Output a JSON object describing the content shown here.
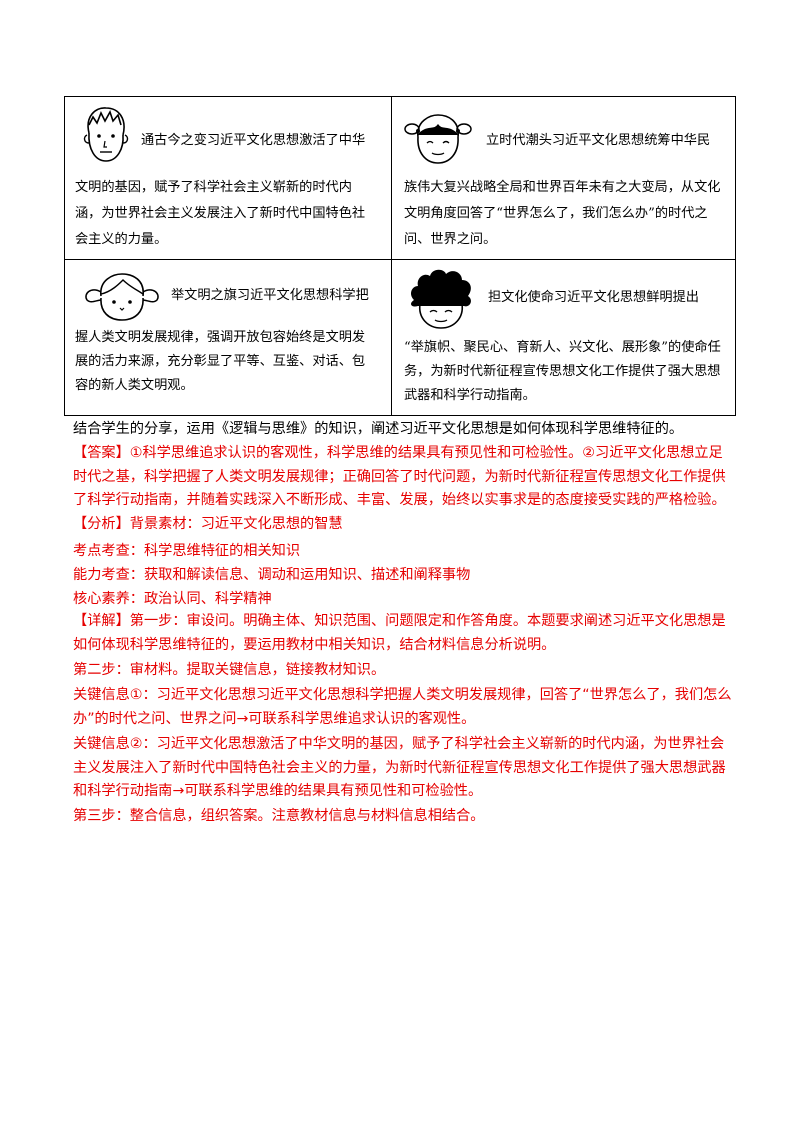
{
  "cells": [
    {
      "first_line": "通古今之变习近平文化思想激活了中华",
      "rest": "文明的基因，赋予了科学社会主义崭新的时代内涵，为世界社会主义发展注入了新时代中国特色社会主义的力量。"
    },
    {
      "first_line": "立时代潮头习近平文化思想统筹中华民",
      "rest": "族伟大复兴战略全局和世界百年未有之大变局，从文化文明角度回答了“世界怎么了，我们怎么办”的时代之问、世界之问。"
    },
    {
      "first_line": "举文明之旗习近平文化思想科学把",
      "rest": "握人类文明发展规律，强调开放包容始终是文明发展的活力来源，充分彰显了平等、互鉴、对话、包容的新人类文明观。"
    },
    {
      "first_line": "担文化使命习近平文化思想鲜明提出",
      "rest": "“举旗帜、聚民心、育新人、兴文化、展形象”的使命任务，为新时代新征程宣传思想文化工作提供了强大思想武器和科学行动指南。"
    }
  ],
  "question": "结合学生的分享，运用《逻辑与思维》的知识，阐述习近平文化思想是如何体现科学思维特征的。",
  "answer": "【答案】①科学思维追求认识的客观性，科学思维的结果具有预见性和可检验性。②习近平文化思想立足时代之基，科学把握了人类文明发展规律；正确回答了时代问题，为新时代新征程宣传思想文化工作提供了科学行动指南，并随着实践深入不断形成、丰富、发展，始终以实事求是的态度接受实践的严格检验。",
  "analysis": "【分析】背景素材：习近平文化思想的智慧",
  "kaodian": "考点考查：科学思维特征的相关知识",
  "nengli": "能力考查：获取和解读信息、调动和运用知识、描述和阐释事物",
  "suyang": "核心素养：政治认同、科学精神",
  "detail": "【详解】第一步：审设问。明确主体、知识范围、问题限定和作答角度。本题要求阐述习近平文化思想是如何体现科学思维特征的，要运用教材中相关知识，结合材料信息分析说明。",
  "step2": "第二步：审材料。提取关键信息，链接教材知识。",
  "key1": "关键信息①：习近平文化思想习近平文化思想科学把握人类文明发展规律，回答了“世界怎么了，我们怎么办”的时代之问、世界之问→可联系科学思维追求认识的客观性。",
  "key2": "关键信息②：习近平文化思想激活了中华文明的基因，赋予了科学社会主义崭新的时代内涵，为世界社会主义发展注入了新时代中国特色社会主义的力量，为新时代新征程宣传思想文化工作提供了强大思想武器和科学行动指南→可联系科学思维的结果具有预见性和可检验性。",
  "step3": "第三步：整合信息，组织答案。注意教材信息与材料信息相结合。"
}
